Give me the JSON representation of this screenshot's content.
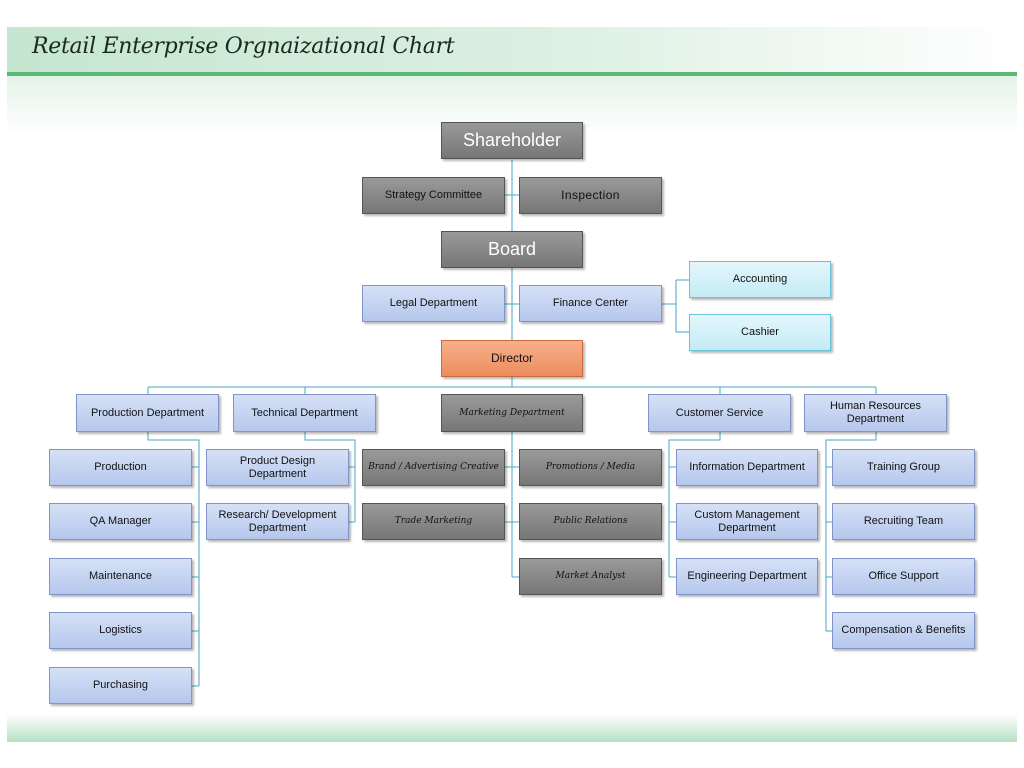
{
  "title": "Retail Enterprise Orgnaizational Chart",
  "colors": {
    "dark": "#888888",
    "blue": "#c5d3f2",
    "cyan": "#d4f0f8",
    "orange": "#f19a6f",
    "connector": "#4aa6c8",
    "title_band": "#c5e6d0"
  },
  "nodes": {
    "shareholder": "Shareholder",
    "strategy_committee": "Strategy Committee",
    "inspection": "Inspection",
    "board": "Board",
    "legal_department": "Legal Department",
    "finance_center": "Finance Center",
    "accounting": "Accounting",
    "cashier": "Cashier",
    "director": "Director",
    "production_department": "Production Department",
    "technical_department": "Technical Department",
    "marketing_department": "Marketing Department",
    "customer_service": "Customer Service",
    "human_resources_department": "Human Resources Department",
    "production": "Production",
    "qa_manager": "QA Manager",
    "maintenance": "Maintenance",
    "logistics": "Logistics",
    "purchasing": "Purchasing",
    "product_design_department": "Product Design Department",
    "research_development_department": "Research/ Development Department",
    "brand_advertising_creative": "Brand / Advertising Creative",
    "promotions_media": "Promotions / Media",
    "trade_marketing": "Trade Marketing",
    "public_relations": "Public Relations",
    "market_analyst": "Market Analyst",
    "information_department": "Information Department",
    "custom_management_department": "Custom Management Department",
    "engineering_department": "Engineering Department",
    "training_group": "Training Group",
    "recruiting_team": "Recruiting Team",
    "office_support": "Office Support",
    "compensation_benefits": "Compensation & Benefits"
  }
}
